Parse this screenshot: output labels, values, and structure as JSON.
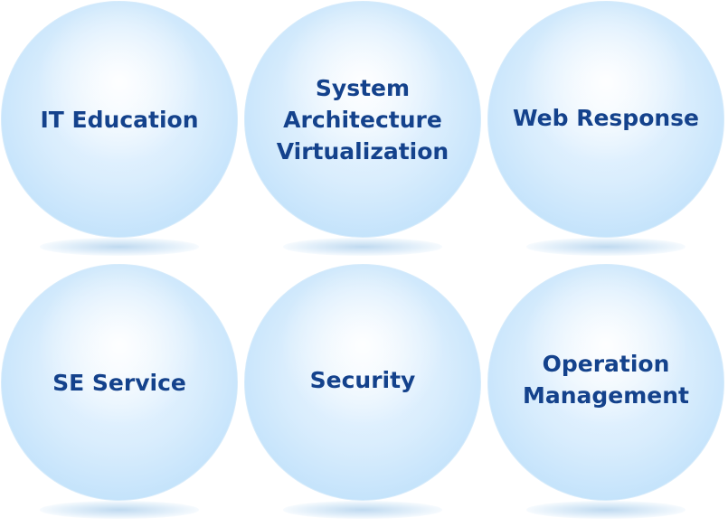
{
  "spheres": [
    {
      "label": "IT Education"
    },
    {
      "label": "System\nArchitecture\nVirtualization"
    },
    {
      "label": "Web Response"
    },
    {
      "label": "SE Service"
    },
    {
      "label": "Security"
    },
    {
      "label": "Operation\nManagement"
    }
  ],
  "colors": {
    "text": "#14428c",
    "sphere_light": "#eef7ff",
    "sphere_dark": "#b6dcf9",
    "background": "#ffffff"
  }
}
